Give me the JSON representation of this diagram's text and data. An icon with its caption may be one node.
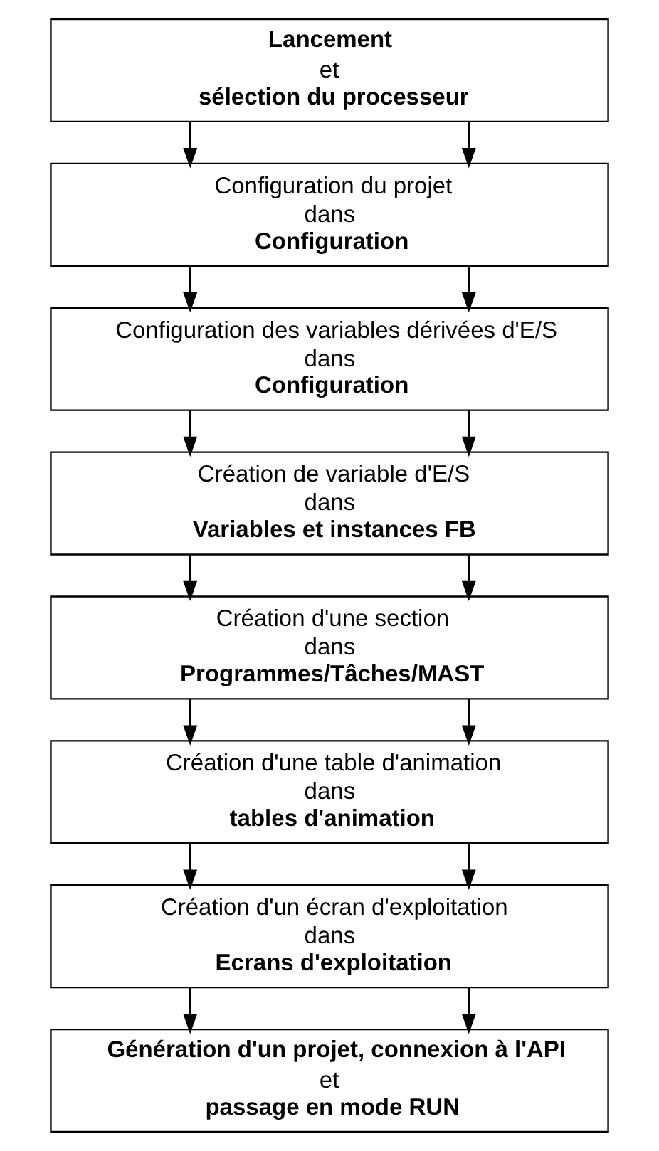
{
  "diagram": {
    "nodes": [
      {
        "text": [
          "Lancement",
          "et",
          "sélection du processeur"
        ]
      },
      {
        "text": [
          "Configuration du projet",
          "dans",
          "Configuration"
        ]
      },
      {
        "text": [
          "Configuration des variables dérivées d'E/S",
          "dans",
          "Configuration"
        ]
      },
      {
        "text": [
          "Création de variable d'E/S",
          "dans",
          "Variables et instances FB"
        ]
      },
      {
        "text": [
          "Création d'une section",
          "dans",
          "Programmes/Tâches/MAST"
        ]
      },
      {
        "text": [
          "Création d'une table d'animation",
          "dans",
          "tables d'animation"
        ]
      },
      {
        "text": [
          "Création d'un écran d'exploitation",
          "dans",
          "Ecrans d'exploitation"
        ]
      },
      {
        "text": [
          "Génération d'un projet, connexion à l'API",
          "et",
          "passage en mode RUN"
        ]
      }
    ],
    "edges": [
      {
        "from": 0,
        "to": 1,
        "arrow": "to"
      },
      {
        "from": 0,
        "to": 1,
        "arrow": "to"
      },
      {
        "from": 1,
        "to": 2,
        "arrow": "to"
      },
      {
        "from": 1,
        "to": 2,
        "arrow": "to"
      },
      {
        "from": 2,
        "to": 3,
        "arrow": "to"
      },
      {
        "from": 2,
        "to": 3,
        "arrow": "to"
      },
      {
        "from": 3,
        "to": 4,
        "arrow": "to"
      },
      {
        "from": 3,
        "to": 4,
        "arrow": "to"
      },
      {
        "from": 4,
        "to": 5,
        "arrow": "to"
      },
      {
        "from": 4,
        "to": 5,
        "arrow": "to"
      },
      {
        "from": 5,
        "to": 6,
        "arrow": "to"
      },
      {
        "from": 5,
        "to": 6,
        "arrow": "to"
      },
      {
        "from": 6,
        "to": 7,
        "arrow": "to"
      },
      {
        "from": 6,
        "to": 7,
        "arrow": "to"
      }
    ]
  }
}
